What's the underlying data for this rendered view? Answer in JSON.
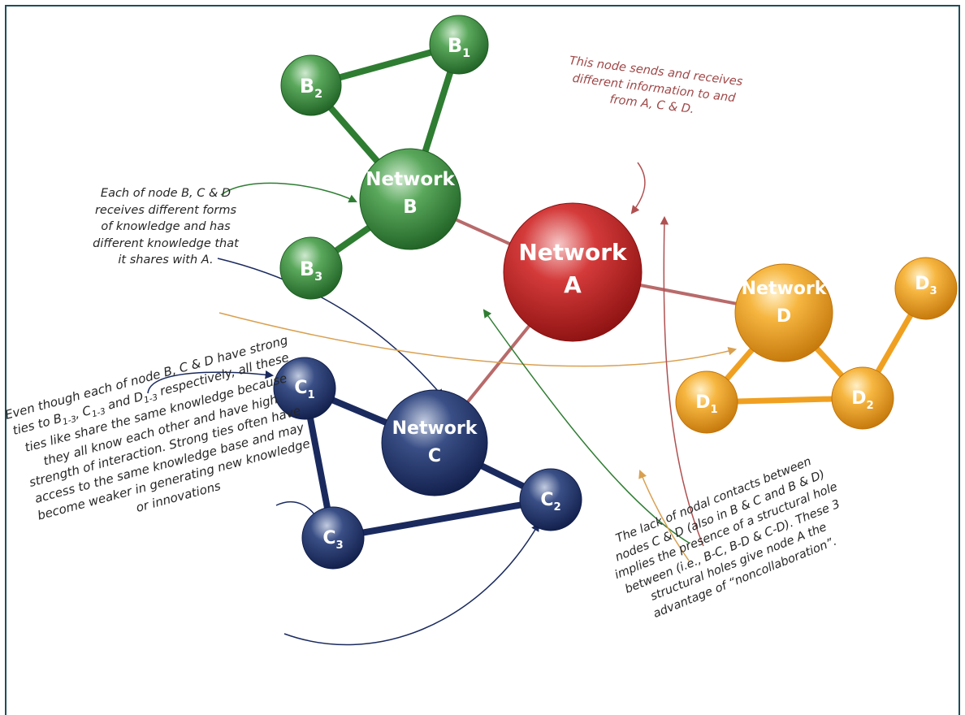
{
  "colors": {
    "green": "#2e7d32",
    "red": "#c62828",
    "orange": "#f0a020",
    "navy": "#1a2a5e",
    "connector": "#b86a6a",
    "note_red": "#a04848"
  },
  "nodes": {
    "network_a": {
      "line1": "Network",
      "line2": "A"
    },
    "network_b": {
      "line1": "Network",
      "line2": "B"
    },
    "network_c": {
      "line1": "Network",
      "line2": "C"
    },
    "network_d": {
      "line1": "Network",
      "line2": "D"
    },
    "b1": {
      "letter": "B",
      "index": "1"
    },
    "b2": {
      "letter": "B",
      "index": "2"
    },
    "b3": {
      "letter": "B",
      "index": "3"
    },
    "c1": {
      "letter": "C",
      "index": "1"
    },
    "c2": {
      "letter": "C",
      "index": "2"
    },
    "c3": {
      "letter": "C",
      "index": "3"
    },
    "d1": {
      "letter": "D",
      "index": "1"
    },
    "d2": {
      "letter": "D",
      "index": "2"
    },
    "d3": {
      "letter": "D",
      "index": "3"
    }
  },
  "annotations": {
    "node_a_note": "This node sends and receives different information to and from A, C & D.",
    "bcd_note": "Each of node B, C & D receives different forms of knowledge and has different knowledge that it shares with A.",
    "strong_ties_note": {
      "part1": "Even though each of node B, C & D have strong ties to B",
      "sub1": "1-3",
      "part2": ", C",
      "sub2": "1-3",
      "part3": " and D",
      "sub3": "1-3",
      "part4": " respectively, all these ties like share the same knowledge because they all know each other and have high strength of interaction. Strong ties often have access to the same knowledge base and may become weaker in generating new knowledge or innovations"
    },
    "structural_hole_note": "The lack of nodal contacts between nodes C & D (also in B & C and B & D) implies the presence of a structural hole between (i.e., B-C, B-D & C-D). These 3 structural holes give node A the advantage of “noncollaboration”."
  }
}
